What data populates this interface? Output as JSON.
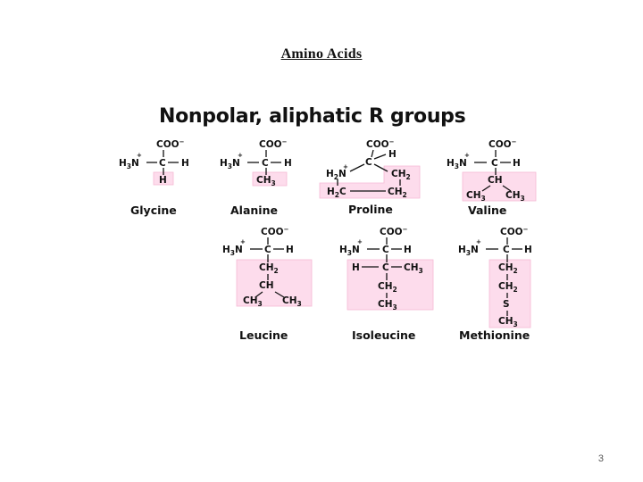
{
  "slide": {
    "title": "Amino Acids",
    "page_number": "3"
  },
  "figure": {
    "heading": "Nonpolar, aliphatic R groups",
    "highlight_color": "#fddcec",
    "amino_acids": [
      {
        "name": "Glycine"
      },
      {
        "name": "Alanine"
      },
      {
        "name": "Proline"
      },
      {
        "name": "Valine"
      },
      {
        "name": "Leucine"
      },
      {
        "name": "Isoleucine"
      },
      {
        "name": "Methionine"
      }
    ]
  }
}
